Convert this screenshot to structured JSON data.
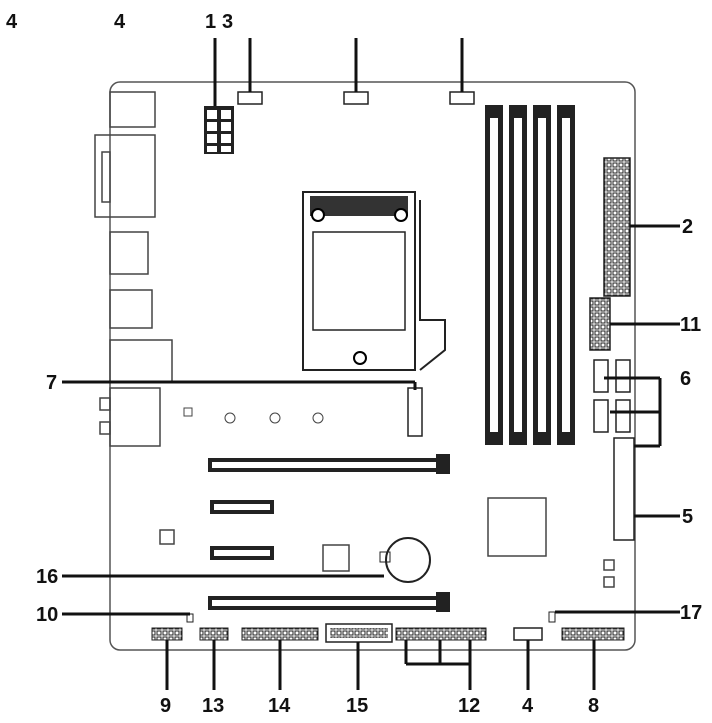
{
  "diagram": {
    "callouts": {
      "c1": "1",
      "c2": "2",
      "c3": "3",
      "c4_top_left": "4",
      "c4_top": "4",
      "c4_bottom": "4",
      "c5": "5",
      "c6": "6",
      "c7": "7",
      "c8": "8",
      "c9": "9",
      "c10": "10",
      "c11": "11",
      "c12": "12",
      "c13": "13",
      "c14": "14",
      "c15": "15",
      "c16": "16",
      "c17": "17"
    }
  }
}
